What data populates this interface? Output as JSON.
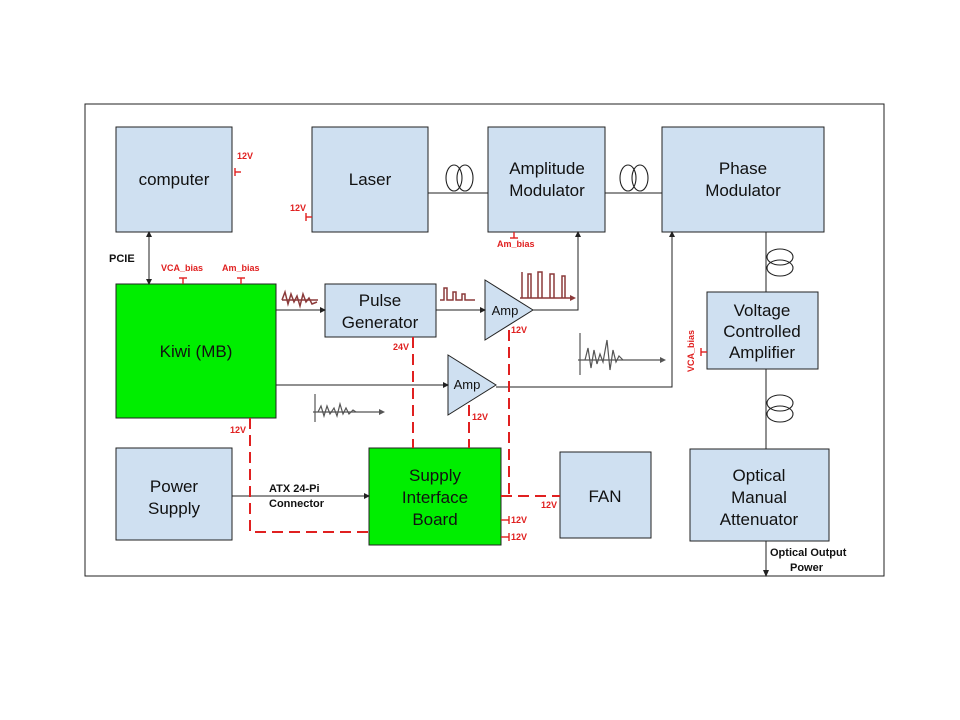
{
  "blocks": {
    "computer": "computer",
    "laser": "Laser",
    "amp_mod_1": "Amplitude",
    "amp_mod_2": "Modulator",
    "phase_mod_1": "Phase",
    "phase_mod_2": "Modulator",
    "kiwi": "Kiwi (MB)",
    "pulse_gen_1": "Pulse",
    "pulse_gen_2": "Generator",
    "vca_1": "Voltage",
    "vca_2": "Controlled",
    "vca_3": "Amplifier",
    "power_1": "Power",
    "power_2": "Supply",
    "sib_1": "Supply",
    "sib_2": "Interface",
    "sib_3": "Board",
    "fan": "FAN",
    "oma_1": "Optical",
    "oma_2": "Manual",
    "oma_3": "Attenuator",
    "amp_top": "Amp",
    "amp_bottom": "Amp"
  },
  "labels": {
    "pcie": "PCIE",
    "atx_1": "ATX 24-Pi",
    "atx_2": "Connector",
    "output_1": "Optical Output",
    "output_2": "Power"
  },
  "power_labels": {
    "computer_12v": "12V",
    "laser_12v": "12V",
    "am_bias_top": "Am_bias",
    "vca_bias_kiwi": "VCA_bias",
    "am_bias_kiwi": "Am_bias",
    "amp_top_12v": "12V",
    "amp_bottom_12v": "12V",
    "pulse_24v": "24V",
    "kiwi_12v": "12V",
    "fan_12v": "12V",
    "sib_12v_a": "12V",
    "sib_12v_b": "12V",
    "vca_bias": "VCA_bias"
  },
  "colors": {
    "block_fill": "#cfe0f1",
    "board_fill": "#00ee00",
    "power_line": "#e02020"
  }
}
